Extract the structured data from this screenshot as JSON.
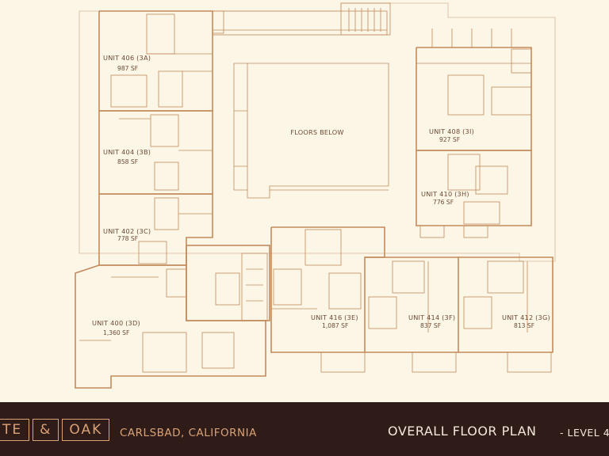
{
  "plan": {
    "floors_below_label": "FLOORS BELOW",
    "units": [
      {
        "name": "UNIT 406 (3A)",
        "area": "987 SF"
      },
      {
        "name": "UNIT 404 (3B)",
        "area": "858 SF"
      },
      {
        "name": "UNIT 402 (3C)",
        "area": "778 SF"
      },
      {
        "name": "UNIT 400 (3D)",
        "area": "1,360 SF"
      },
      {
        "name": "UNIT 408 (3I)",
        "area": "927 SF"
      },
      {
        "name": "UNIT 410 (3H)",
        "area": "776 SF"
      },
      {
        "name": "UNIT 416 (3E)",
        "area": "1,087 SF"
      },
      {
        "name": "UNIT 414 (3F)",
        "area": "837 SF"
      },
      {
        "name": "UNIT 412 (3G)",
        "area": "813 SF"
      }
    ]
  },
  "footer": {
    "logo_left": "TE",
    "logo_amp": "&",
    "logo_right": "OAK",
    "location": "CARLSBAD, CALIFORNIA",
    "title": "OVERALL FLOOR PLAN",
    "level": "- LEVEL 4"
  },
  "colors": {
    "background": "#fbf6e6",
    "line": "#c48a5c",
    "footer_bg": "#2f1b17",
    "accent": "#d9a277"
  }
}
